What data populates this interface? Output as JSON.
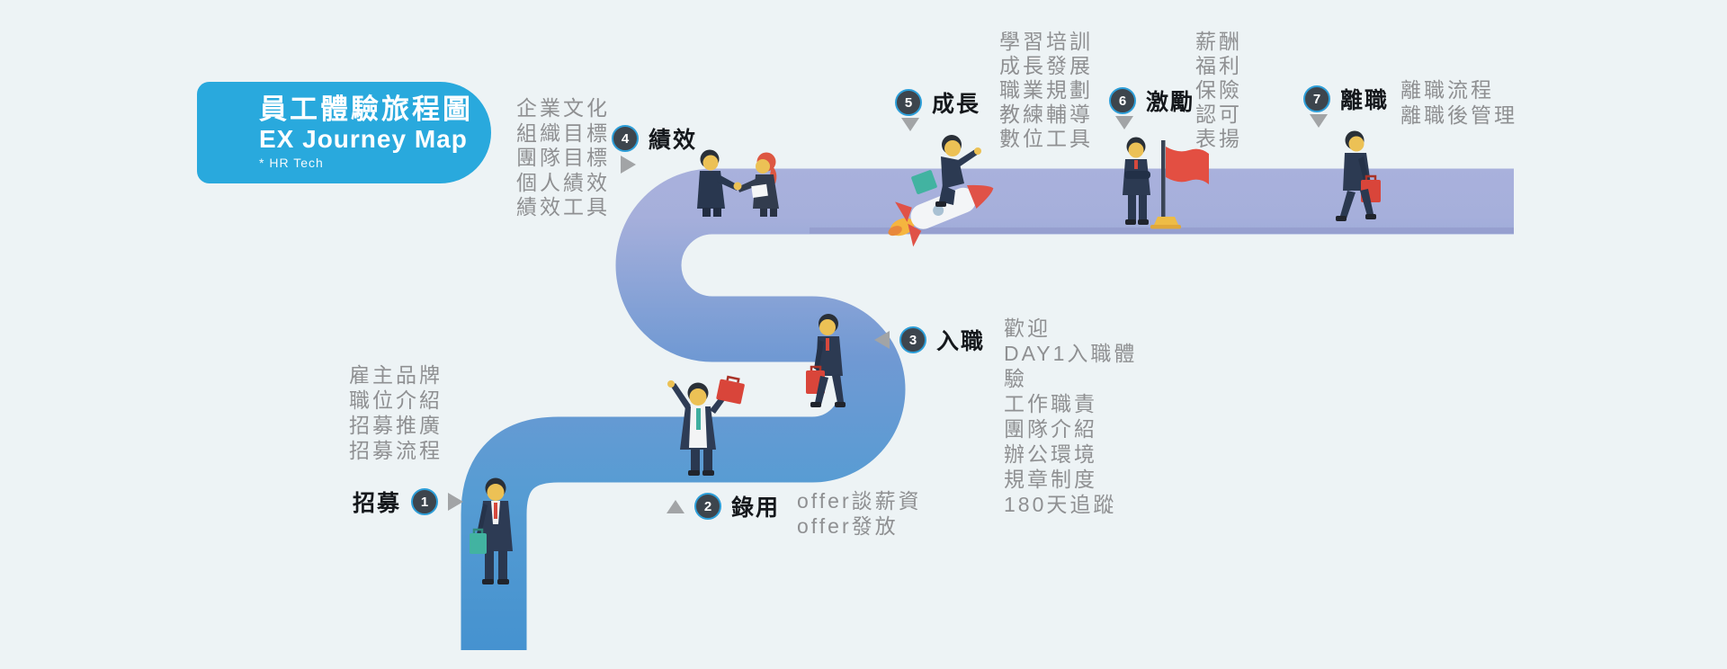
{
  "title_card": {
    "title": "員工體驗旅程圖",
    "subtitle": "EX Journey Map",
    "note": "* HR Tech",
    "bg_color": "#29a9dd"
  },
  "stages": [
    {
      "number": "1",
      "label": "招募",
      "pointer": "right",
      "items": [
        "雇主品牌",
        "職位介紹",
        "招募推廣",
        "招募流程"
      ]
    },
    {
      "number": "2",
      "label": "錄用",
      "pointer": "up",
      "items": [
        "offer談薪資",
        "offer發放"
      ]
    },
    {
      "number": "3",
      "label": "入職",
      "pointer": "left",
      "items": [
        "歡迎",
        "DAY1入職體驗",
        "工作職責",
        "團隊介紹",
        "辦公環境",
        "規章制度",
        "180天追蹤"
      ]
    },
    {
      "number": "4",
      "label": "績效",
      "pointer": "right",
      "items": [
        "企業文化",
        "組織目標",
        "團隊目標",
        "個人績效",
        "績效工具"
      ]
    },
    {
      "number": "5",
      "label": "成長",
      "pointer": "down",
      "items": [
        "學習培訓",
        "成長發展",
        "職業規劃",
        "教練輔導",
        "數位工具"
      ]
    },
    {
      "number": "6",
      "label": "激勵",
      "pointer": "down",
      "items": [
        "薪酬",
        "福利",
        "保險",
        "認可",
        "表揚"
      ]
    },
    {
      "number": "7",
      "label": "離職",
      "pointer": "down",
      "items": [
        "離職流程",
        "離職後管理"
      ]
    }
  ],
  "figures": [
    {
      "name": "candidate-standing-with-teal-briefcase",
      "stage": "1"
    },
    {
      "name": "hired-man-celebrating-with-red-briefcase",
      "stage": "2"
    },
    {
      "name": "new-employee-walking-with-red-briefcase",
      "stage": "3"
    },
    {
      "name": "manager-and-employee-handshake",
      "stage": "4"
    },
    {
      "name": "man-riding-rocket-with-briefcase",
      "stage": "5"
    },
    {
      "name": "man-arms-crossed-beside-red-flag",
      "stage": "6"
    },
    {
      "name": "man-leaving-walking-right-with-red-briefcase",
      "stage": "7"
    }
  ],
  "colors": {
    "background": "#edf3f5",
    "road_bottom_blue": "#4391cf",
    "road_mid_blue": "#7099d3",
    "road_top_lavender": "#a9b1dc",
    "circle_fill": "#3d454d",
    "circle_ring": "#2d9ed8",
    "label_text": "#15181c",
    "list_text": "#8f9092",
    "pointer_gray": "#a2a4a6",
    "accent_red": "#d9453a",
    "accent_teal": "#42b3a1",
    "accent_yellow": "#eebc45"
  }
}
